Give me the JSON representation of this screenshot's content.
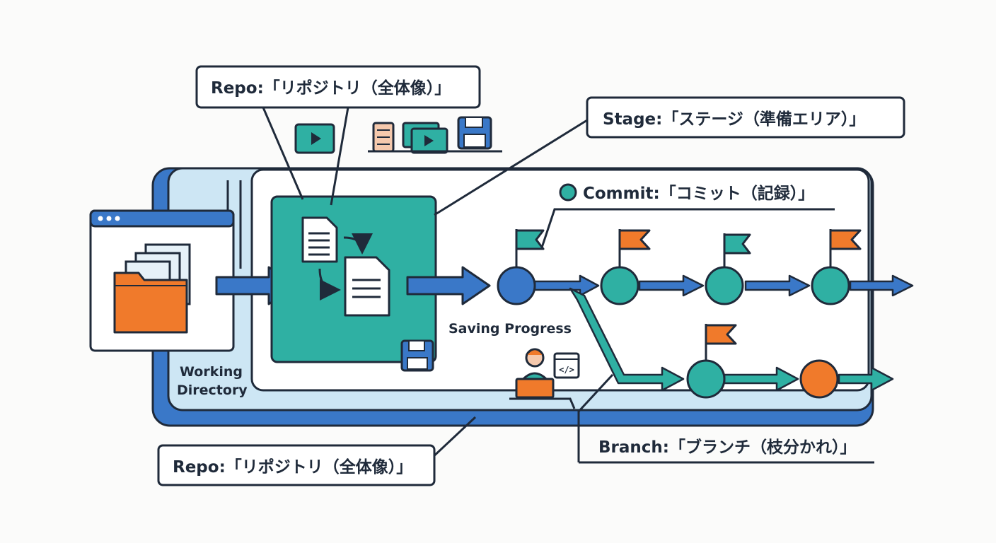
{
  "labels": {
    "repo_top": "Repo:「リポジトリ（全体像）」",
    "stage": "Stage:「ステージ（準備エリア）」",
    "commit": "Commit:「コミット（記録）」",
    "working_directory_line1": "Working",
    "working_directory_line2": "Directory",
    "saving_progress": "Saving Progress",
    "branch": "Branch:「ブランチ（枝分かれ）」",
    "repo_bottom": "Repo:「リポジトリ（全体像）」"
  },
  "colors": {
    "navy": "#1f2a3a",
    "blue": "#3a78c8",
    "light_blue": "#cde6f4",
    "teal": "#2fb0a3",
    "orange": "#f07a2b",
    "paper": "#ffffff"
  },
  "icons": [
    "browser-window-icon",
    "folder-icon",
    "document-icon",
    "video-icon",
    "server-icon",
    "floppy-disk-icon",
    "flag-icon",
    "developer-icon",
    "code-icon"
  ]
}
